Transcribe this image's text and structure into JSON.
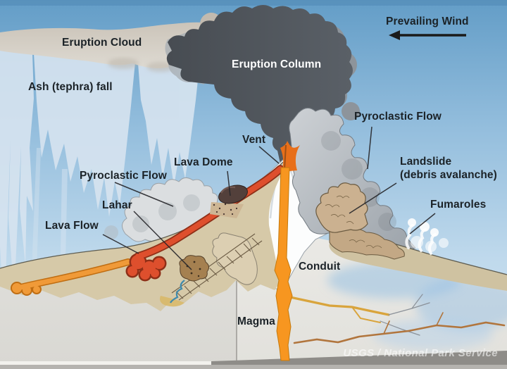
{
  "diagram": {
    "labels": {
      "prevailing_wind": "Prevailing Wind",
      "eruption_cloud": "Eruption Cloud",
      "eruption_column": "Eruption Column",
      "ash_fall": "Ash (tephra) fall",
      "pyroclastic_flow_right": "Pyroclastic Flow",
      "pyroclastic_flow_left": "Pyroclastic Flow",
      "vent": "Vent",
      "lava_dome": "Lava Dome",
      "landslide_line1": "Landslide",
      "landslide_line2": "(debris avalanche)",
      "lahar": "Lahar",
      "fumaroles": "Fumaroles",
      "lava_flow": "Lava Flow",
      "conduit": "Conduit",
      "magma": "Magma"
    },
    "credit": "USGS / National Park Service",
    "icons": {
      "wind_arrow": "arrow-pointing-left"
    },
    "colors": {
      "sky_top": "#639DC7",
      "sky_bottom": "#D5E6F3",
      "eruption_column_gray": "#4B5056",
      "ash_cloud_beige": "#D0C9BF",
      "ash_curtain": "#D7E4F0",
      "lava_red": "#DE4F2D",
      "old_lava_orange": "#F09A38",
      "conduit_orange": "#F79620",
      "terrain_tan": "#D6C9A8",
      "cross_section_gray": "#E8E7E3",
      "label_text": "#1B2227"
    }
  }
}
